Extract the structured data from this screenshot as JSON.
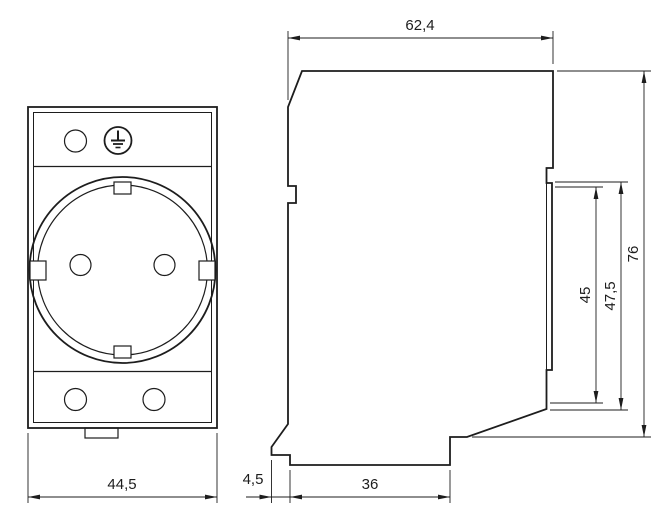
{
  "drawing": {
    "background": "#ffffff",
    "line_color": "#1d1d1d",
    "dims": {
      "front_width": "44,5",
      "side_width": "62,4",
      "rail_offset": "4,5",
      "base_depth": "36",
      "face_height": "45",
      "body_front_height": "47,5",
      "total_height": "76"
    },
    "symbols": {
      "earth": "protective-earth-ground-icon"
    }
  }
}
